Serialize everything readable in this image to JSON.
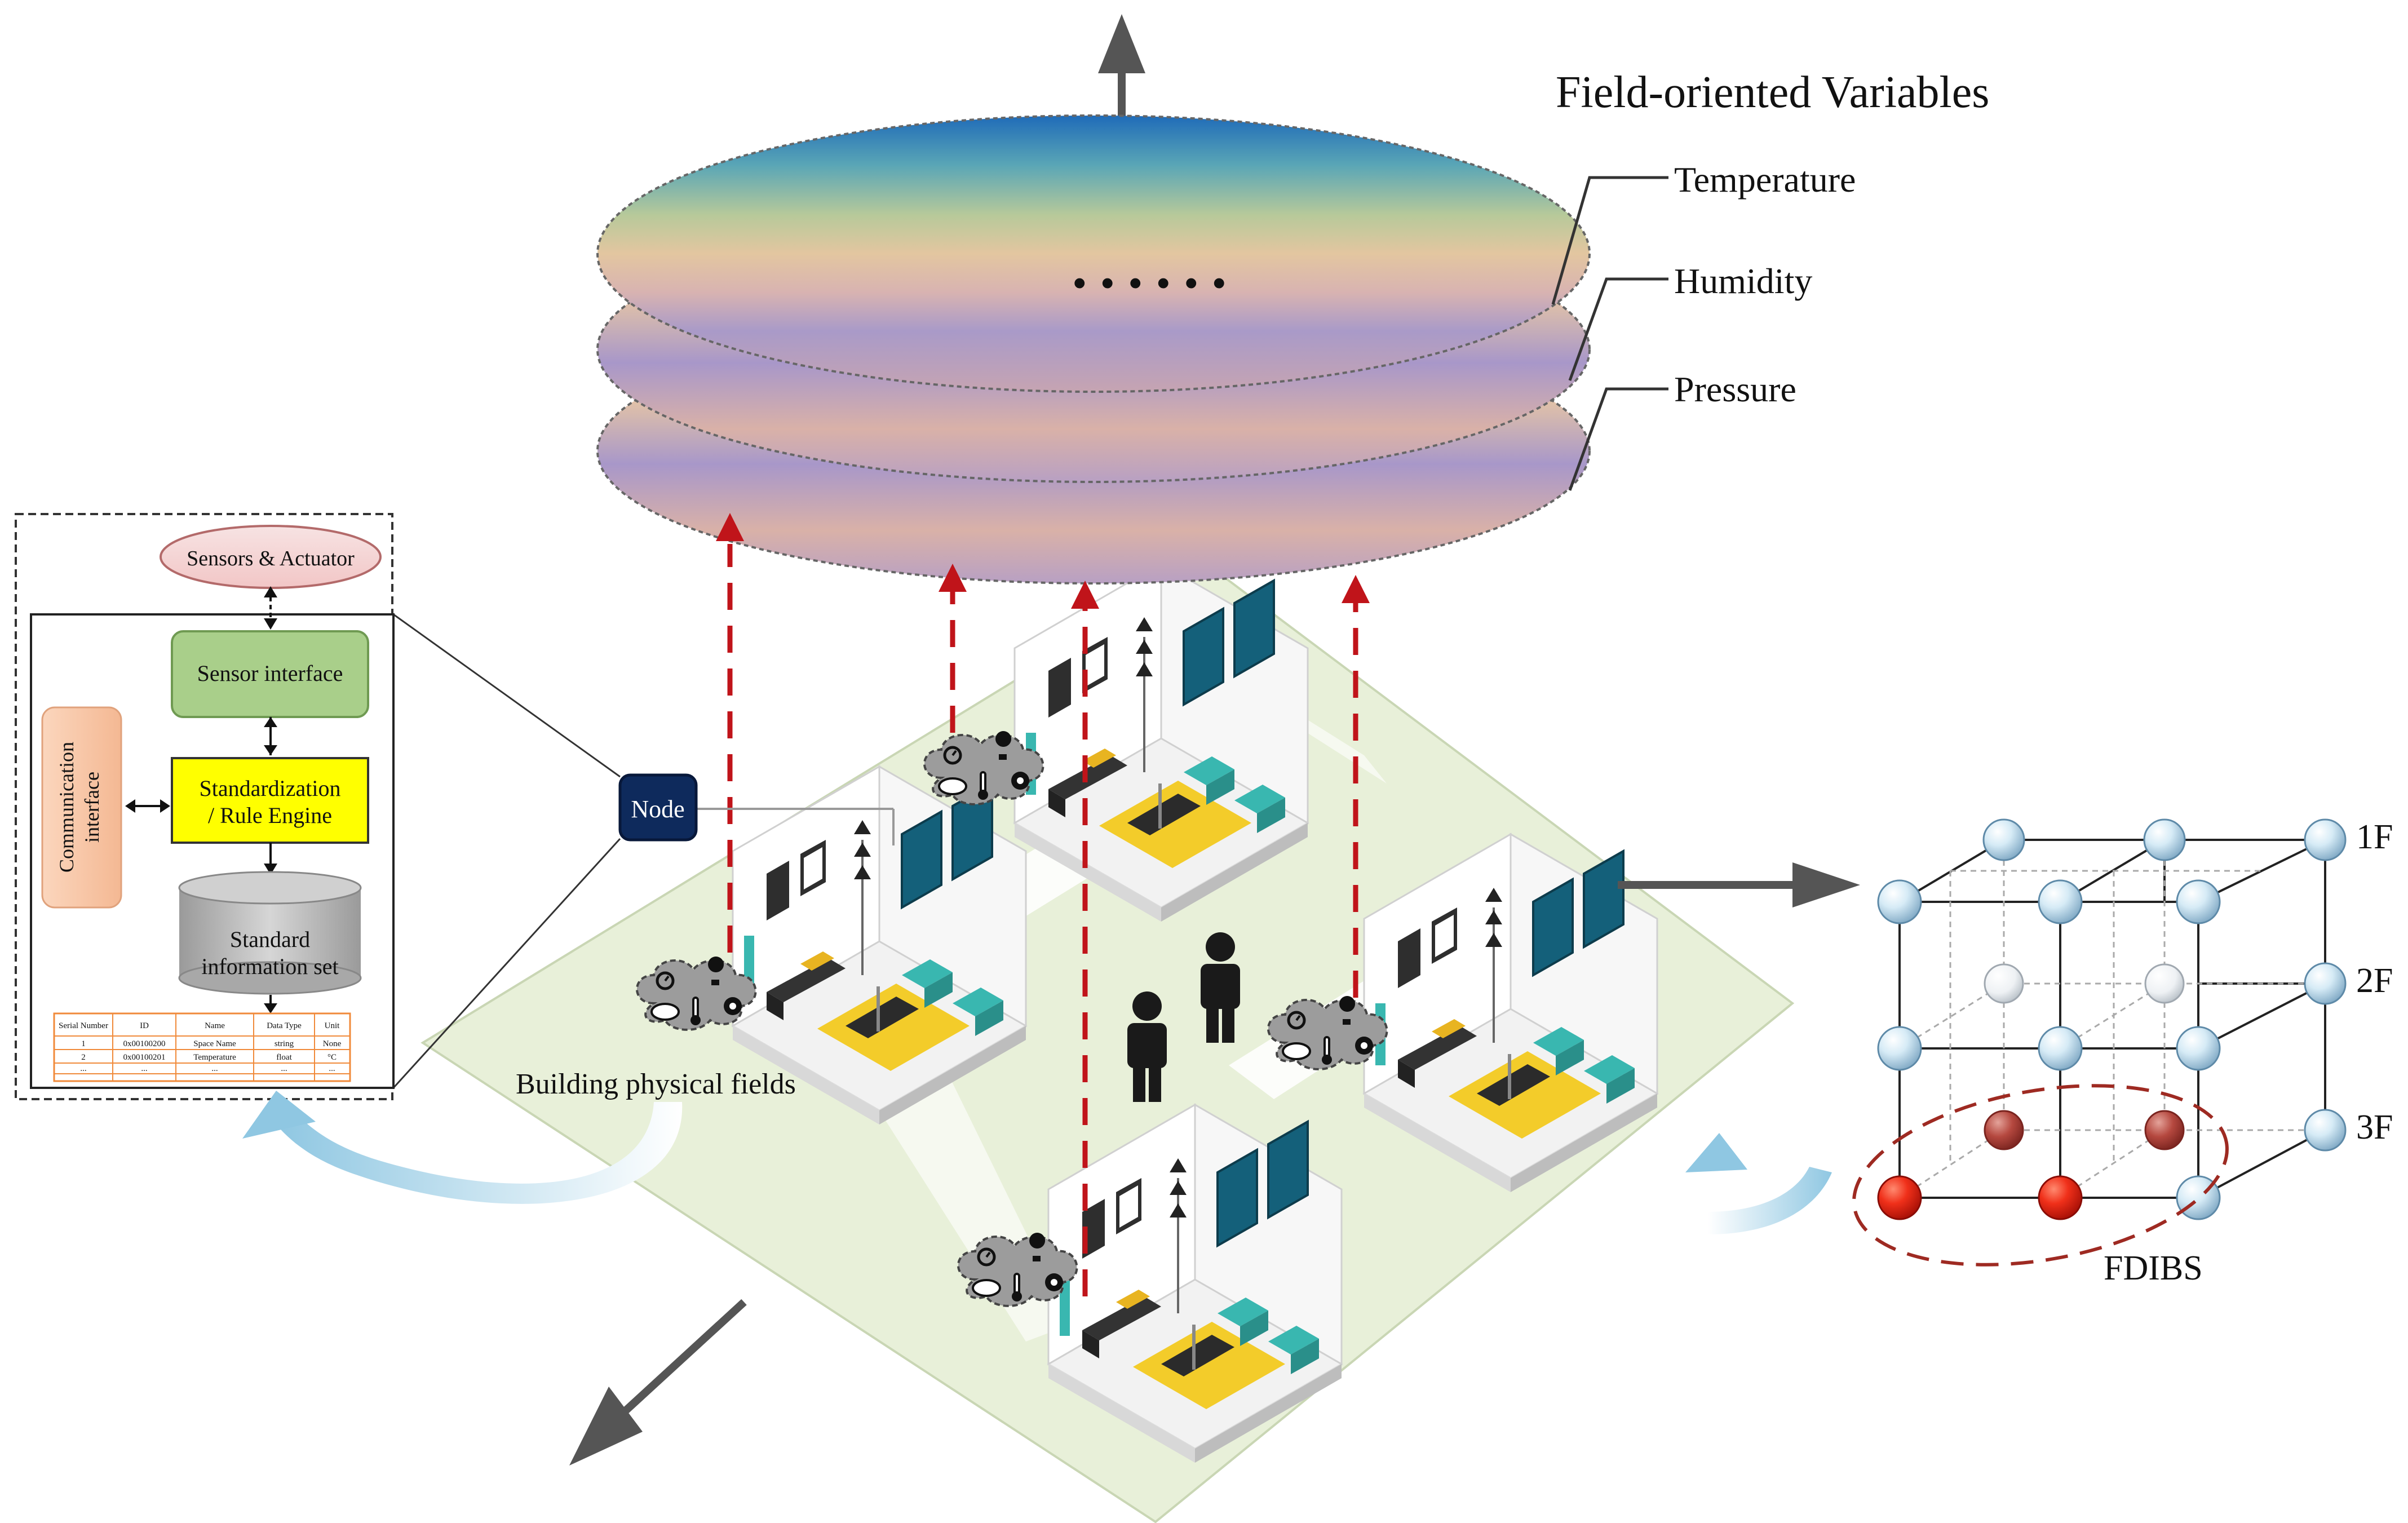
{
  "title": "Field-oriented Variables",
  "field_layers": [
    "Temperature",
    "Humidity",
    "Pressure"
  ],
  "ellipsis_label": "......",
  "node_label": "Node",
  "building_label": "Building physical fields",
  "node_detail": {
    "sensors": "Sensors & Actuator",
    "sensor_interface": "Sensor interface",
    "rule_engine_line1": "Standardization",
    "rule_engine_line2": "/ Rule Engine",
    "communication_line1": "Communication",
    "communication_line2": "interface",
    "info_set_line1": "Standard",
    "info_set_line2": "information set",
    "table": {
      "headers": [
        "Serial Number",
        "ID",
        "Name",
        "Data Type",
        "Unit"
      ],
      "rows": [
        [
          "1",
          "0x00100200",
          "Space Name",
          "string",
          "None"
        ],
        [
          "2",
          "0x00100201",
          "Temperature",
          "float",
          "°C"
        ],
        [
          "...",
          "...",
          "...",
          "...",
          "..."
        ]
      ]
    }
  },
  "floors": [
    "1F",
    "2F",
    "3F"
  ],
  "fdibs_label": "FDIBS",
  "colors": {
    "arrow_grey": "#555555",
    "dashed_red": "#c0141a",
    "node_box": "#0e2a5c",
    "rule_engine": "#ffff00",
    "sensor_interface": "#a9cf8a",
    "communication": "#f9c9a8",
    "floor_plate": "#e8f0d9",
    "sphere_blue": "#cfe6f3",
    "sphere_red": "#ee2211",
    "sphere_dark_red": "#b0413a"
  }
}
